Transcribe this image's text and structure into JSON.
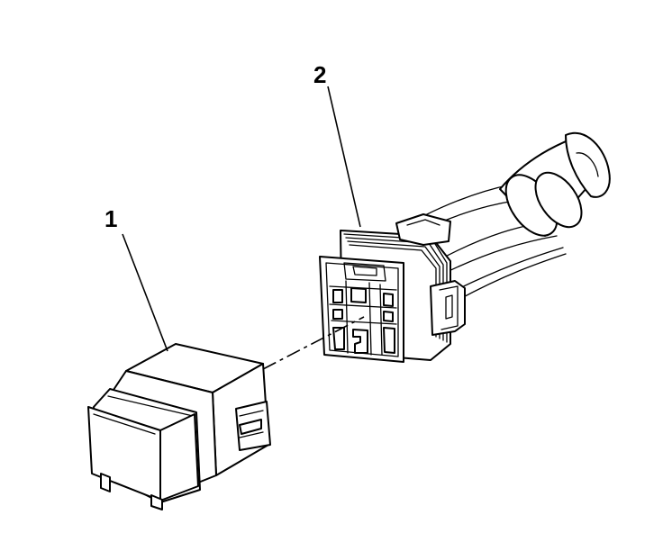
{
  "callouts": [
    {
      "number": "1",
      "part": "relay"
    },
    {
      "number": "2",
      "part": "relay-connector"
    }
  ],
  "colors": {
    "line": "#000000",
    "background": "#ffffff"
  }
}
